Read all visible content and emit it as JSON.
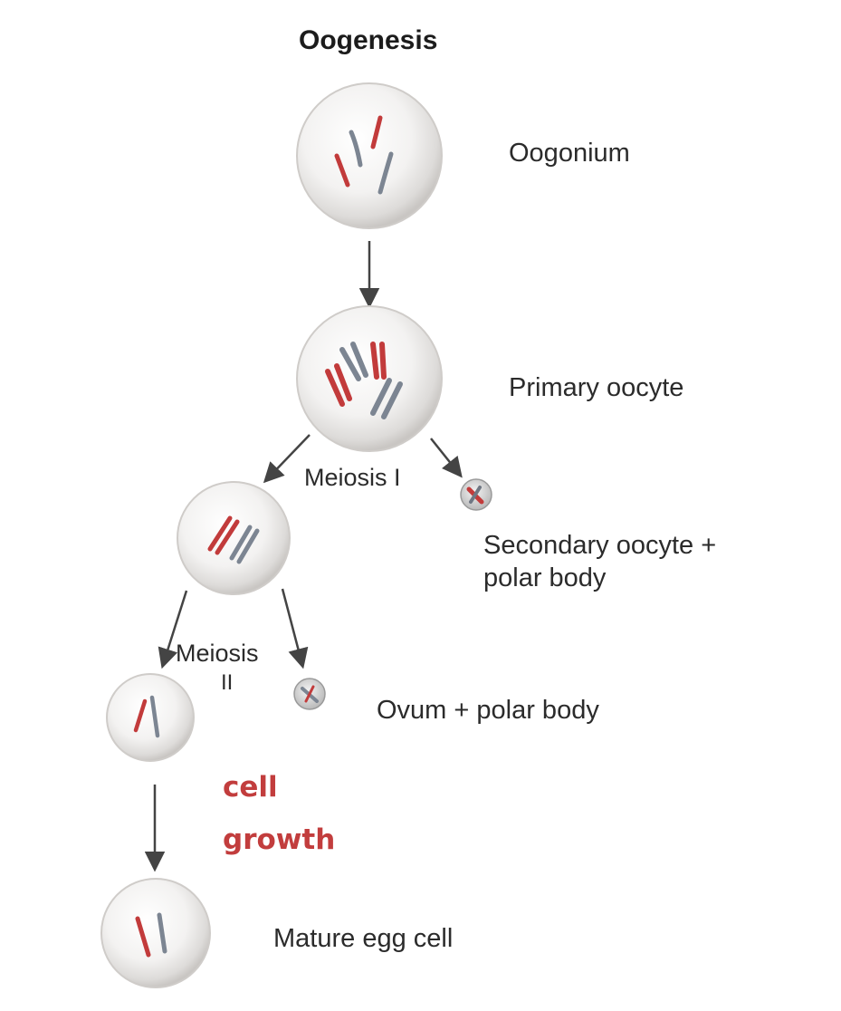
{
  "title": "Oogenesis",
  "stages": {
    "oogonium": "Oogonium",
    "primary_oocyte": "Primary oocyte",
    "secondary_oocyte_line1": "Secondary oocyte +",
    "secondary_oocyte_line2": "polar body",
    "ovum": "Ovum + polar body",
    "mature_egg": "Mature egg cell"
  },
  "processes": {
    "meiosis_1": "Meiosis I",
    "meiosis_2_line1": "Meiosis",
    "meiosis_2_line2": "II",
    "growth_line1": "cell",
    "growth_line2": "growth"
  },
  "colors": {
    "chromosome_red": "#c23b3b",
    "chromosome_grey": "#7c8592",
    "annotation_red": "#c23d3d",
    "arrow": "#444444"
  }
}
